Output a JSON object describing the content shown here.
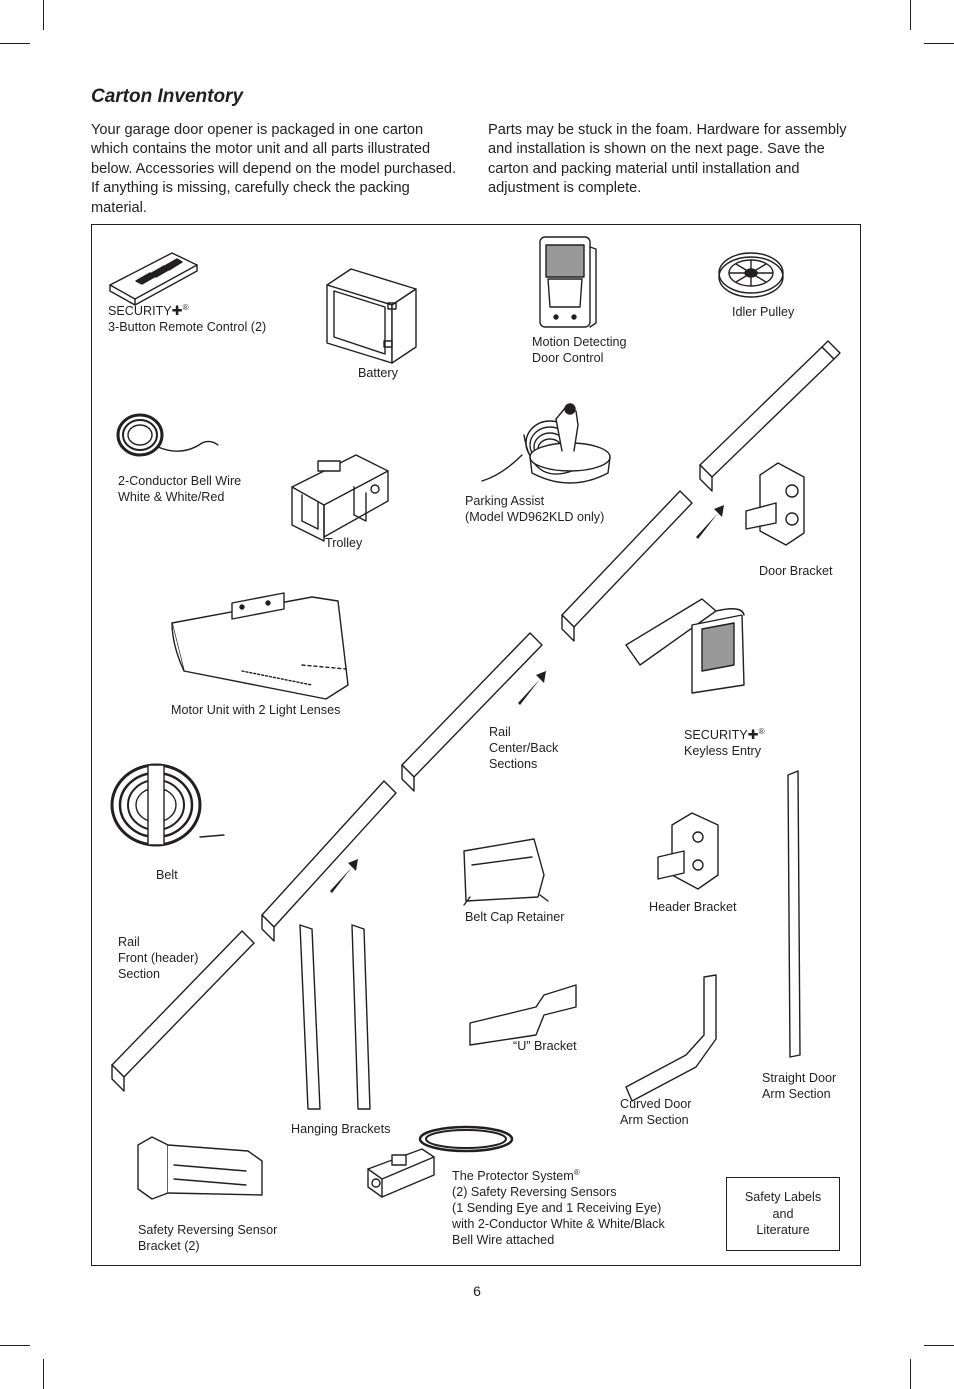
{
  "heading": "Carton Inventory",
  "intro_left": "Your garage door opener is packaged in one carton which contains the motor unit and all parts illustrated below. Accessories will depend on the model purchased. If anything is missing, carefully check the packing material.",
  "intro_right": "Parts may be stuck in the foam. Hardware for assembly and installation is shown on the next page. Save the carton and packing material until installation and adjustment is complete.",
  "labels": {
    "remote_brand": "SECURITY",
    "remote_mark": "®",
    "remote_name": "3-Button Remote Control (2)",
    "battery": "Battery",
    "door_control": "Motion Detecting\nDoor Control",
    "idler_pulley": "Idler Pulley",
    "bell_wire": "2-Conductor Bell Wire\nWhite & White/Red",
    "trolley": "Trolley",
    "parking_assist": "Parking Assist\n(Model WD962KLD only)",
    "door_bracket": "Door Bracket",
    "motor_unit": "Motor Unit with 2 Light Lenses",
    "rail_center": "Rail\nCenter/Back\nSections",
    "keyless_brand": "SECURITY",
    "keyless_mark": "®",
    "keyless_name": "Keyless Entry",
    "belt": "Belt",
    "belt_cap": "Belt Cap Retainer",
    "header_bracket": "Header Bracket",
    "rail_front": "Rail\nFront (header)\nSection",
    "u_bracket": "“U” Bracket",
    "straight_arm": "Straight Door\nArm Section",
    "curved_arm": "Curved Door\nArm Section",
    "hanging_brackets": "Hanging Brackets",
    "sensor_bracket": "Safety Reversing Sensor\nBracket (2)",
    "protector_title": "The Protector System",
    "protector_mark": "®",
    "protector_body": "(2) Safety Reversing Sensors\n(1 Sending Eye and 1 Receiving Eye)\nwith 2-Conductor White & White/Black\nBell Wire attached",
    "safety_labels": "Safety Labels\nand\nLiterature"
  },
  "icons": {
    "plus_glyph": "✚"
  },
  "page_number": "6"
}
